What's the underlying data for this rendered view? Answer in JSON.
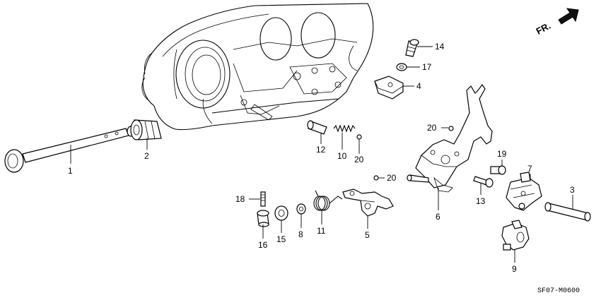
{
  "diagram_code": "SF07-M0600",
  "direction_label": "FR.",
  "callouts": [
    {
      "id": "p1",
      "label": "1"
    },
    {
      "id": "p2",
      "label": "2"
    },
    {
      "id": "p3",
      "label": "3"
    },
    {
      "id": "p4",
      "label": "4"
    },
    {
      "id": "p5",
      "label": "5"
    },
    {
      "id": "p6",
      "label": "6"
    },
    {
      "id": "p7",
      "label": "7"
    },
    {
      "id": "p8",
      "label": "8"
    },
    {
      "id": "p9",
      "label": "9"
    },
    {
      "id": "p10",
      "label": "10"
    },
    {
      "id": "p11",
      "label": "11"
    },
    {
      "id": "p12",
      "label": "12"
    },
    {
      "id": "p13",
      "label": "13"
    },
    {
      "id": "p14",
      "label": "14"
    },
    {
      "id": "p15",
      "label": "15"
    },
    {
      "id": "p16",
      "label": "16"
    },
    {
      "id": "p17",
      "label": "17"
    },
    {
      "id": "p18",
      "label": "18"
    },
    {
      "id": "p19",
      "label": "19"
    },
    {
      "id": "p20a",
      "label": "20"
    },
    {
      "id": "p20b",
      "label": "20"
    },
    {
      "id": "p20c",
      "label": "20"
    }
  ]
}
